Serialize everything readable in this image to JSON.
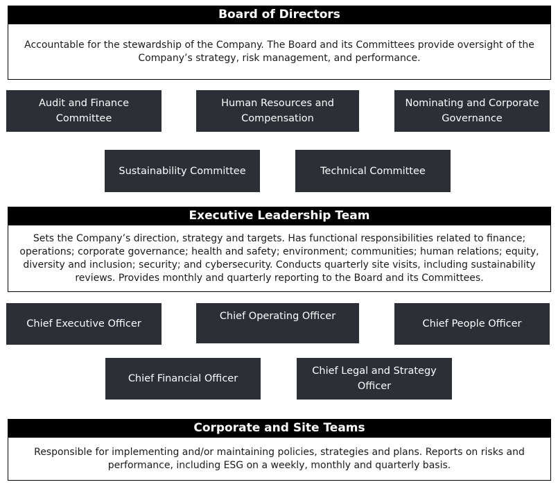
{
  "board": {
    "title": "Board of Directors",
    "description": "Accountable for the stewardship of the Company. The Board and its Committees provide oversight of the Company’s strategy, risk management, and performance.",
    "committees": [
      "Audit and Finance Committee",
      "Human Resources and Compensation",
      "Nominating and Corporate Governance",
      "Sustainability Committee",
      "Technical Committee"
    ]
  },
  "executive": {
    "title": "Executive Leadership Team",
    "description": "Sets the Company’s direction, strategy and targets. Has functional responsibilities related to finance; operations; corporate governance; health and safety; environment; communities; human relations; equity, diversity and inclusion; security; and cybersecurity. Conducts quarterly site visits, including sustainability reviews. Provides monthly and quarterly reporting to the Board and its Committees.",
    "officers": [
      "Chief Executive Officer",
      "Chief Operating Officer",
      "Chief People Officer",
      "Chief Financial Officer",
      "Chief Legal and Strategy Officer"
    ]
  },
  "corporate": {
    "title": "Corporate and Site Teams",
    "description": "Responsible for implementing and/or maintaining policies, strategies and plans. Reports on risks and performance, including ESG on a weekly, monthly and quarterly basis."
  },
  "colors": {
    "header_bg": "#000000",
    "box_bg": "#2c2f36",
    "text_light": "#ffffff"
  }
}
